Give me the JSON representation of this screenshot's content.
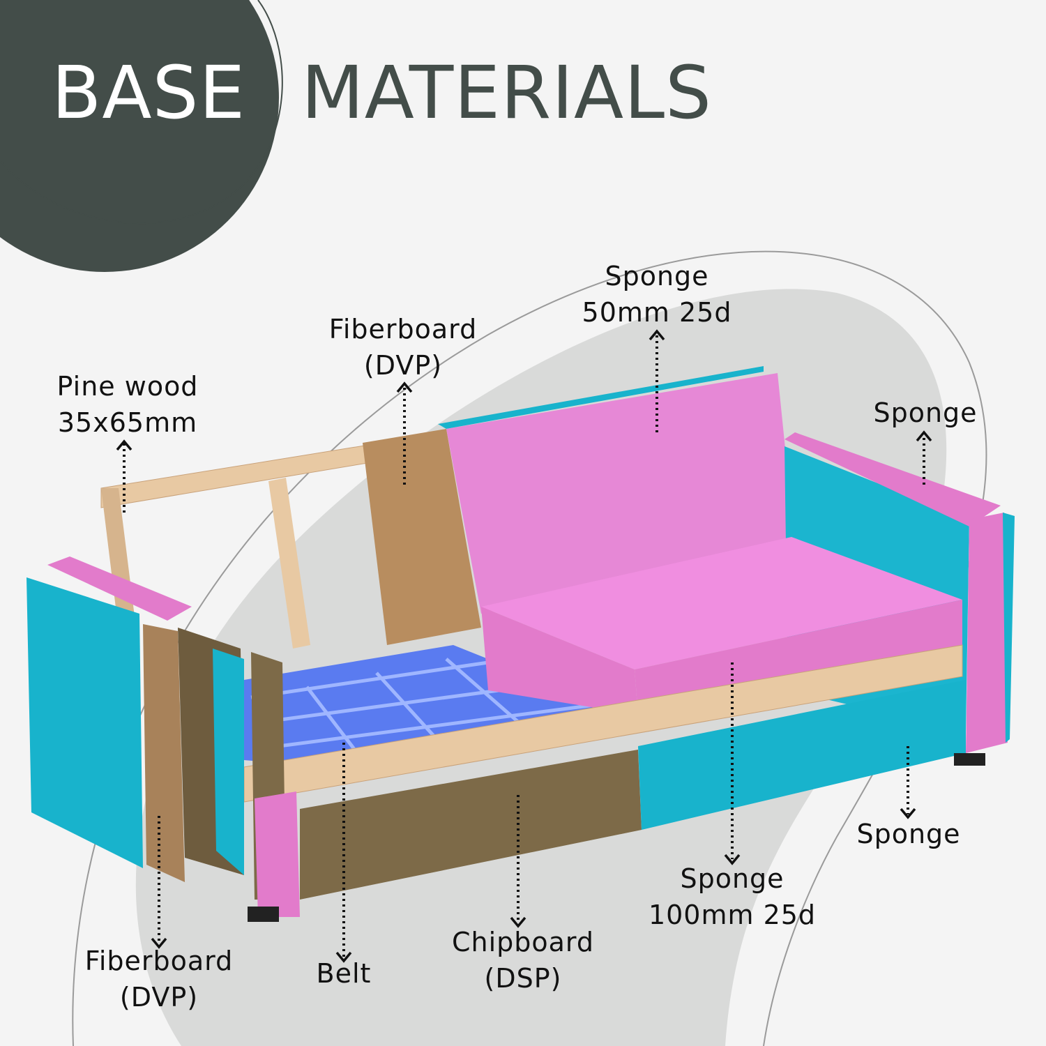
{
  "title": {
    "word1": "BASE",
    "word2": "MATERIALS"
  },
  "colors": {
    "circle": "#434d49",
    "blob": "#d9dad9",
    "sponge_pink": "#e27bcb",
    "sponge_blue": "#18b3cc",
    "wood": "#e8c9a3",
    "fiberboard": "#a8825a",
    "chipboard": "#7d6a48",
    "belt": "#5a7bf0"
  },
  "labels": {
    "pine": {
      "line1": "Pine wood",
      "line2": "35x65mm"
    },
    "fiber_top": {
      "line1": "Fiberboard",
      "line2": "(DVP)"
    },
    "sponge_back": {
      "line1": "Sponge",
      "line2": "50mm 25d"
    },
    "sponge_arm": {
      "line1": "Sponge"
    },
    "sponge_front": {
      "line1": "Sponge"
    },
    "sponge_seat": {
      "line1": "Sponge",
      "line2": "100mm 25d"
    },
    "chipboard": {
      "line1": "Chipboard",
      "line2": "(DSP)"
    },
    "belt": {
      "line1": "Belt"
    },
    "fiber_bottom": {
      "line1": "Fiberboard",
      "line2": "(DVP)"
    }
  }
}
